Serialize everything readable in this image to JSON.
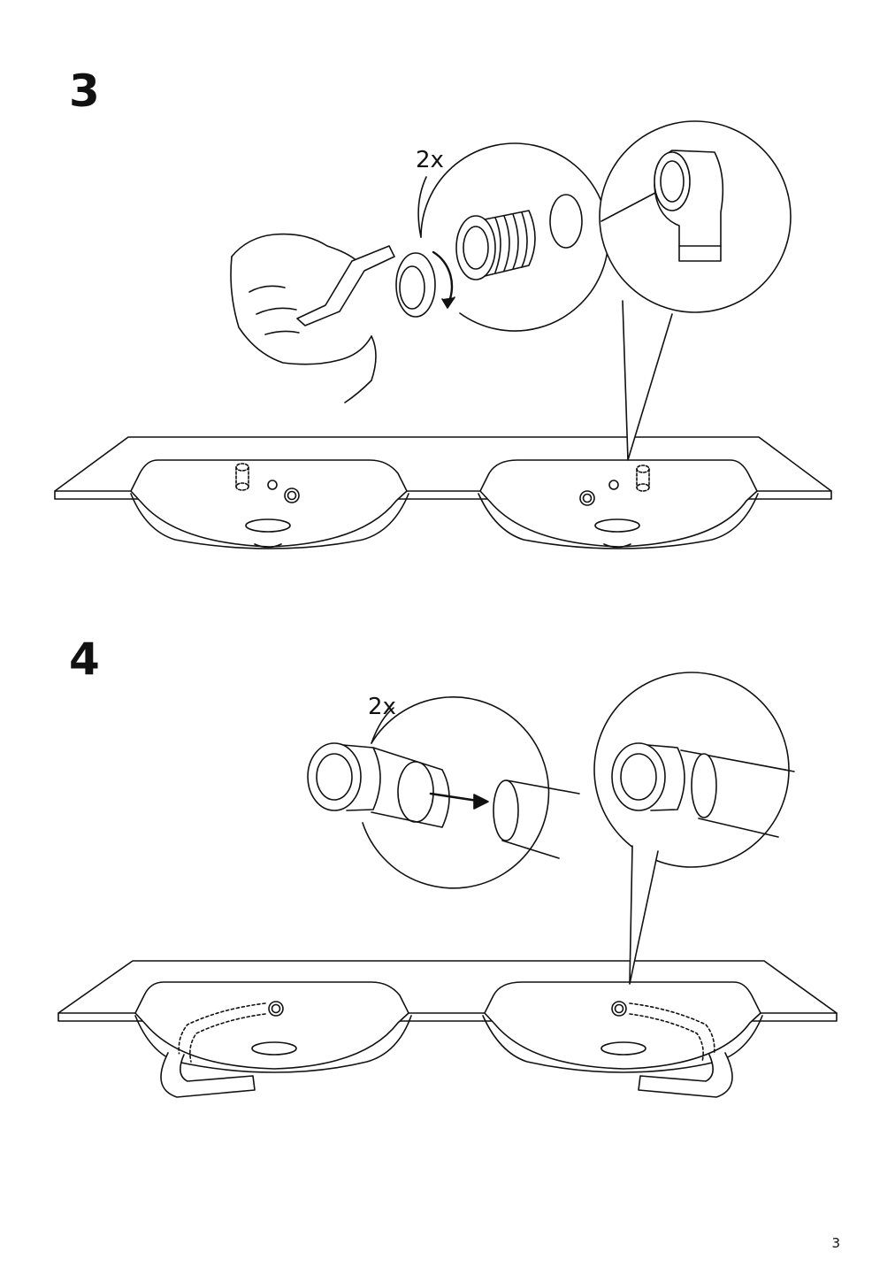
{
  "steps": [
    {
      "number": "3",
      "quantity": "2x"
    },
    {
      "number": "4",
      "quantity": "2x"
    }
  ],
  "page": {
    "number": "3"
  }
}
